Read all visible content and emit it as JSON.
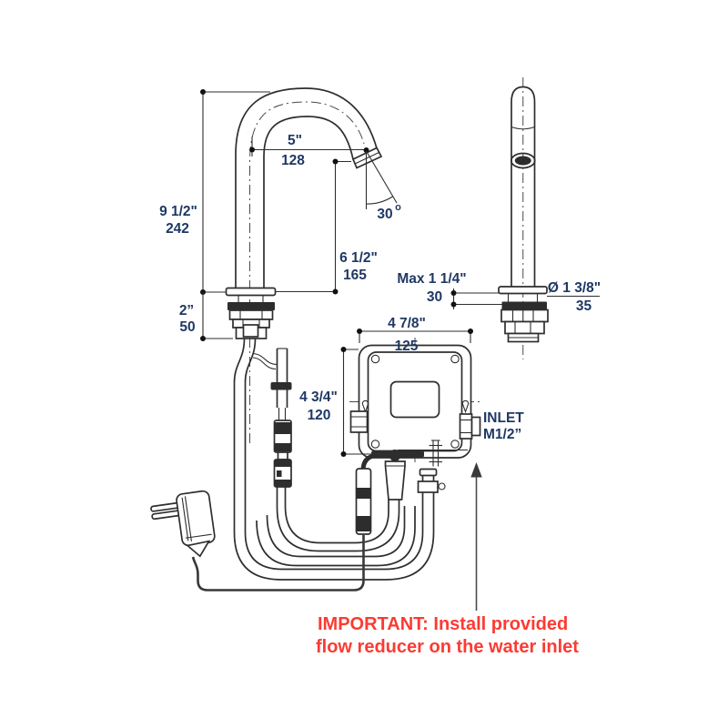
{
  "diagram": {
    "title_hint": "sensor faucet installation dimension drawing",
    "colors": {
      "text": "#1f3864",
      "line": "#2e2e2e",
      "warning": "#fb3b33",
      "background": "#ffffff"
    },
    "dimensions": {
      "spout_reach": {
        "imperial": "5\"",
        "metric": "128"
      },
      "spout_height": {
        "imperial": "9 1/2\"",
        "metric": "242"
      },
      "base_height": {
        "imperial": "2”",
        "metric": "50"
      },
      "outlet_height": {
        "imperial": "6 1/2\"",
        "metric": "165"
      },
      "spout_angle": {
        "value": "30",
        "unit_sup": "o"
      },
      "max_deck_thickness": {
        "imperial": "Max 1 1/4\"",
        "metric": "30"
      },
      "shank_diameter": {
        "imperial": "Ø 1 3/8\"",
        "metric": "35"
      },
      "box_width": {
        "imperial": "4 7/8\"",
        "metric": "125"
      },
      "box_height": {
        "imperial": "4 3/4\"",
        "metric": "120"
      }
    },
    "labels": {
      "inlet_line1": "INLET",
      "inlet_line2": "M1/2”"
    },
    "warning": {
      "line1": "IMPORTANT: Install provided",
      "line2": "flow reducer on the water inlet"
    }
  }
}
